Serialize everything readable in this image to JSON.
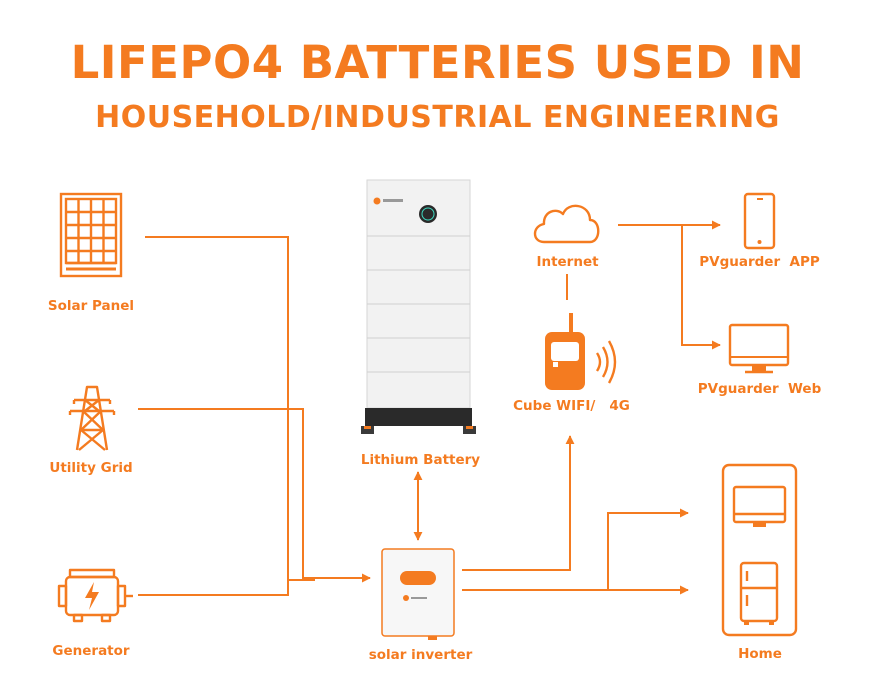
{
  "title": {
    "line1": "LIFEPO4 BATTERIES USED IN",
    "line2": "HOUSEHOLD/INDUSTRIAL ENGINEERING"
  },
  "colors": {
    "accent": "#f47b20",
    "device": "#f2f2f2",
    "device_dark": "#2a2a2a"
  },
  "nodes": {
    "solar_panel": {
      "label": "Solar Panel",
      "icon": "solar-panel-icon"
    },
    "utility_grid": {
      "label": "Utility Grid",
      "icon": "power-tower-icon"
    },
    "generator": {
      "label": "Generator",
      "icon": "generator-icon"
    },
    "lithium_battery": {
      "label": "Lithium Battery",
      "icon": "battery-stack-image"
    },
    "solar_inverter": {
      "label": "solar inverter",
      "icon": "inverter-image"
    },
    "internet": {
      "label": "Internet",
      "icon": "cloud-icon"
    },
    "cube_wifi": {
      "label": "Cube WIFI/   4G",
      "icon": "walkie-talkie-icon"
    },
    "pvguarder_app": {
      "label": "PVguarder  APP",
      "icon": "smartphone-icon"
    },
    "pvguarder_web": {
      "label": "PVguarder  Web",
      "icon": "monitor-icon"
    },
    "home": {
      "label": "Home",
      "icon": "home-appliances-icon"
    }
  }
}
